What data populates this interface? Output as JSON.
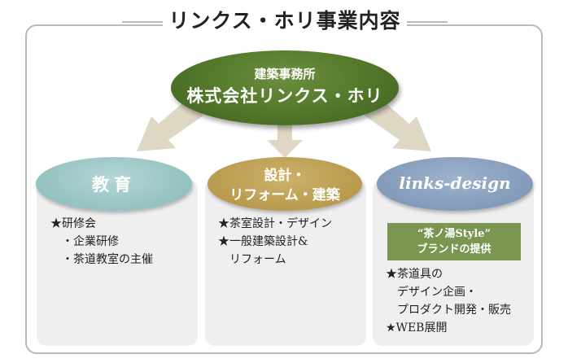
{
  "title": "リンクス・ホリ事業内容",
  "company": {
    "subtitle": "建築事務所",
    "name": "株式会社リンクス・ホリ"
  },
  "columns": [
    {
      "heading": "教育",
      "lines": [
        "★研修会",
        "・企業研修",
        "・茶道教室の主催"
      ]
    },
    {
      "heading_lines": [
        "設計・",
        "リフォーム・建築"
      ],
      "lines": [
        "★茶室設計・デザイン",
        "★一般建築設計&",
        "リフォーム"
      ]
    },
    {
      "heading": "links-design",
      "box_lines": [
        "“茶ノ湯Style”",
        "ブランドの提供"
      ],
      "lines": [
        "★茶道具の",
        "デザイン企画・",
        "プロダクト開発・販売",
        "★WEB展開"
      ]
    }
  ],
  "colors": {
    "top": "#4f7428",
    "education": "#94c1c1",
    "design": "#b99a4e",
    "links": "#839bb9",
    "arrow": "#ddd7c3",
    "box": "#7b9651"
  }
}
